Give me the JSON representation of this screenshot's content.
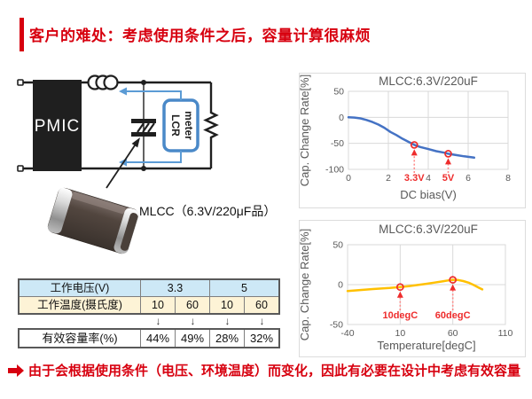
{
  "page_title": "客户的难处：考虑使用条件之后，容量计算很麻烦",
  "circuit": {
    "pmic_label": "PMIC",
    "lcr_meter_line1": "LCR",
    "lcr_meter_line2": "meter",
    "mlcc_label": "MLCC（6.3V/220μF品）"
  },
  "chart_data": [
    {
      "type": "line",
      "title": "MLCC:6.3V/220uF",
      "xlabel": "DC bias(V)",
      "ylabel": "Cap. Change Rate[%]",
      "xlim": [
        0,
        8
      ],
      "ylim": [
        -100,
        50
      ],
      "x_ticks": [
        0,
        2,
        4,
        6,
        8
      ],
      "y_ticks": [
        50,
        0,
        -50,
        -100
      ],
      "grid": true,
      "legend": "none",
      "series": [
        {
          "name": "dc-bias-characteristic",
          "color": "#4472c4",
          "points": [
            [
              0,
              0
            ],
            [
              0.3,
              -0.5
            ],
            [
              0.6,
              -2
            ],
            [
              0.9,
              -5
            ],
            [
              1.2,
              -9
            ],
            [
              1.5,
              -14
            ],
            [
              1.8,
              -20
            ],
            [
              2.1,
              -28
            ],
            [
              2.4,
              -34
            ],
            [
              2.7,
              -41
            ],
            [
              3,
              -47
            ],
            [
              3.3,
              -53
            ],
            [
              3.6,
              -57
            ],
            [
              4,
              -61
            ],
            [
              4.4,
              -65
            ],
            [
              4.8,
              -68
            ],
            [
              5,
              -70
            ],
            [
              5.4,
              -72.5
            ],
            [
              5.8,
              -75
            ],
            [
              6.3,
              -77.5
            ]
          ]
        }
      ],
      "annotations": [
        {
          "x": 3.3,
          "y": -53,
          "label": "3.3V"
        },
        {
          "x": 5,
          "y": -70,
          "label": "5V"
        }
      ]
    },
    {
      "type": "line",
      "title": "MLCC:6.3V/220uF",
      "xlabel": "Temperature[degC]",
      "ylabel": "Cap. Change Rate[%]",
      "xlim": [
        -40,
        110
      ],
      "ylim": [
        -50,
        50
      ],
      "x_ticks": [
        -40,
        10,
        60,
        110
      ],
      "y_ticks": [
        50,
        0,
        -50
      ],
      "grid": true,
      "legend": "none",
      "series": [
        {
          "name": "temperature-characteristic",
          "color": "#ffc000",
          "points": [
            [
              -40,
              -8
            ],
            [
              -32,
              -7.2
            ],
            [
              -24,
              -6.4
            ],
            [
              -16,
              -5.6
            ],
            [
              -8,
              -4.9
            ],
            [
              0,
              -4.2
            ],
            [
              10,
              -3
            ],
            [
              18,
              -1.9
            ],
            [
              26,
              -0.6
            ],
            [
              34,
              0.9
            ],
            [
              42,
              2.4
            ],
            [
              50,
              4
            ],
            [
              56,
              5.3
            ],
            [
              60,
              6
            ],
            [
              65,
              5.8
            ],
            [
              70,
              4.5
            ],
            [
              75,
              2.5
            ],
            [
              80,
              -0.5
            ],
            [
              85,
              -4
            ],
            [
              88,
              -6
            ]
          ]
        }
      ],
      "annotations": [
        {
          "x": 10,
          "y": -3,
          "label": "10degC"
        },
        {
          "x": 60,
          "y": 6,
          "label": "60degC"
        }
      ]
    }
  ],
  "table": {
    "voltage_label": "工作电压(V)",
    "voltages": [
      "3.3",
      "5"
    ],
    "temperature_label": "工作温度(摄氏度)",
    "temperatures": [
      "10",
      "60",
      "10",
      "60"
    ],
    "arrow": "↓",
    "effective_label": "有效容量率(%)",
    "effective_values": [
      "44%",
      "49%",
      "28%",
      "32%"
    ]
  },
  "conclusion": "由于会根据使用条件（电压、环境温度）而变化，因此有必要在设计中考虑有效容量",
  "colors": {
    "accent_red": "#d7000f",
    "annotation_red": "#ee2c2c",
    "curve_blue": "#4472c4",
    "curve_orange": "#ffc000",
    "table_header_blue": "#cde8f6",
    "table_header_cream": "#fdf3d6"
  }
}
